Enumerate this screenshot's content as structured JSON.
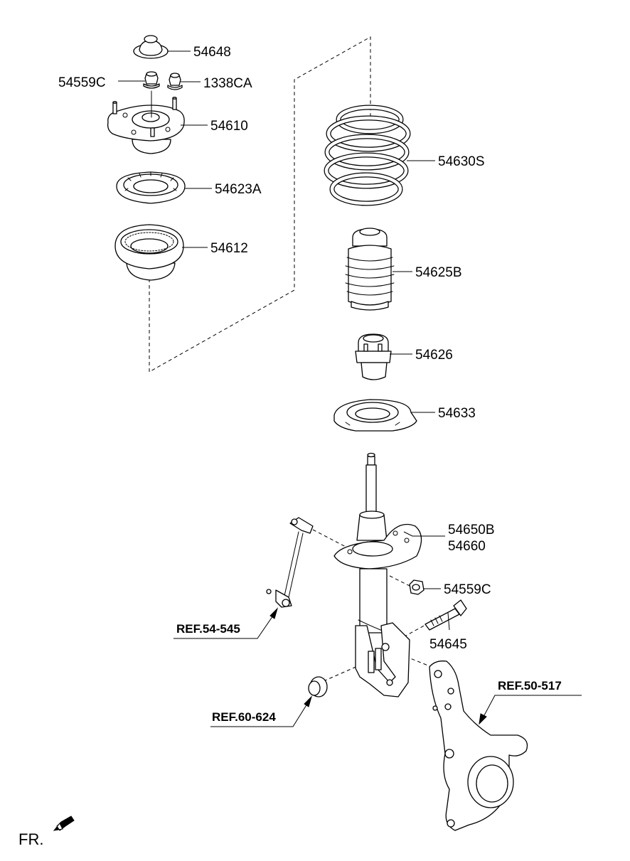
{
  "parts": [
    {
      "id": "top-cap",
      "label": "54648"
    },
    {
      "id": "flange-nut-top",
      "label": "54559C"
    },
    {
      "id": "flange-nut-side",
      "label": "1338CA"
    },
    {
      "id": "strut-mount",
      "label": "54610"
    },
    {
      "id": "mount-insulator",
      "label": "54623A"
    },
    {
      "id": "strut-bearing",
      "label": "54612"
    },
    {
      "id": "coil-spring",
      "label": "54630S"
    },
    {
      "id": "dust-cover",
      "label": "54625B"
    },
    {
      "id": "bump-stopper",
      "label": "54626"
    },
    {
      "id": "spring-pad",
      "label": "54633"
    },
    {
      "id": "strut-assembly-a",
      "label": "54650B"
    },
    {
      "id": "strut-assembly-b",
      "label": "54660"
    },
    {
      "id": "flange-nut-lower",
      "label": "54559C"
    },
    {
      "id": "strut-bolt",
      "label": "54645"
    }
  ],
  "references": [
    {
      "id": "stabilizer-link",
      "label": "REF.54-545"
    },
    {
      "id": "wheel-bearing",
      "label": "REF.60-624"
    },
    {
      "id": "steering-knuckle",
      "label": "REF.50-517"
    }
  ],
  "front_indicator": {
    "label": "FR."
  }
}
